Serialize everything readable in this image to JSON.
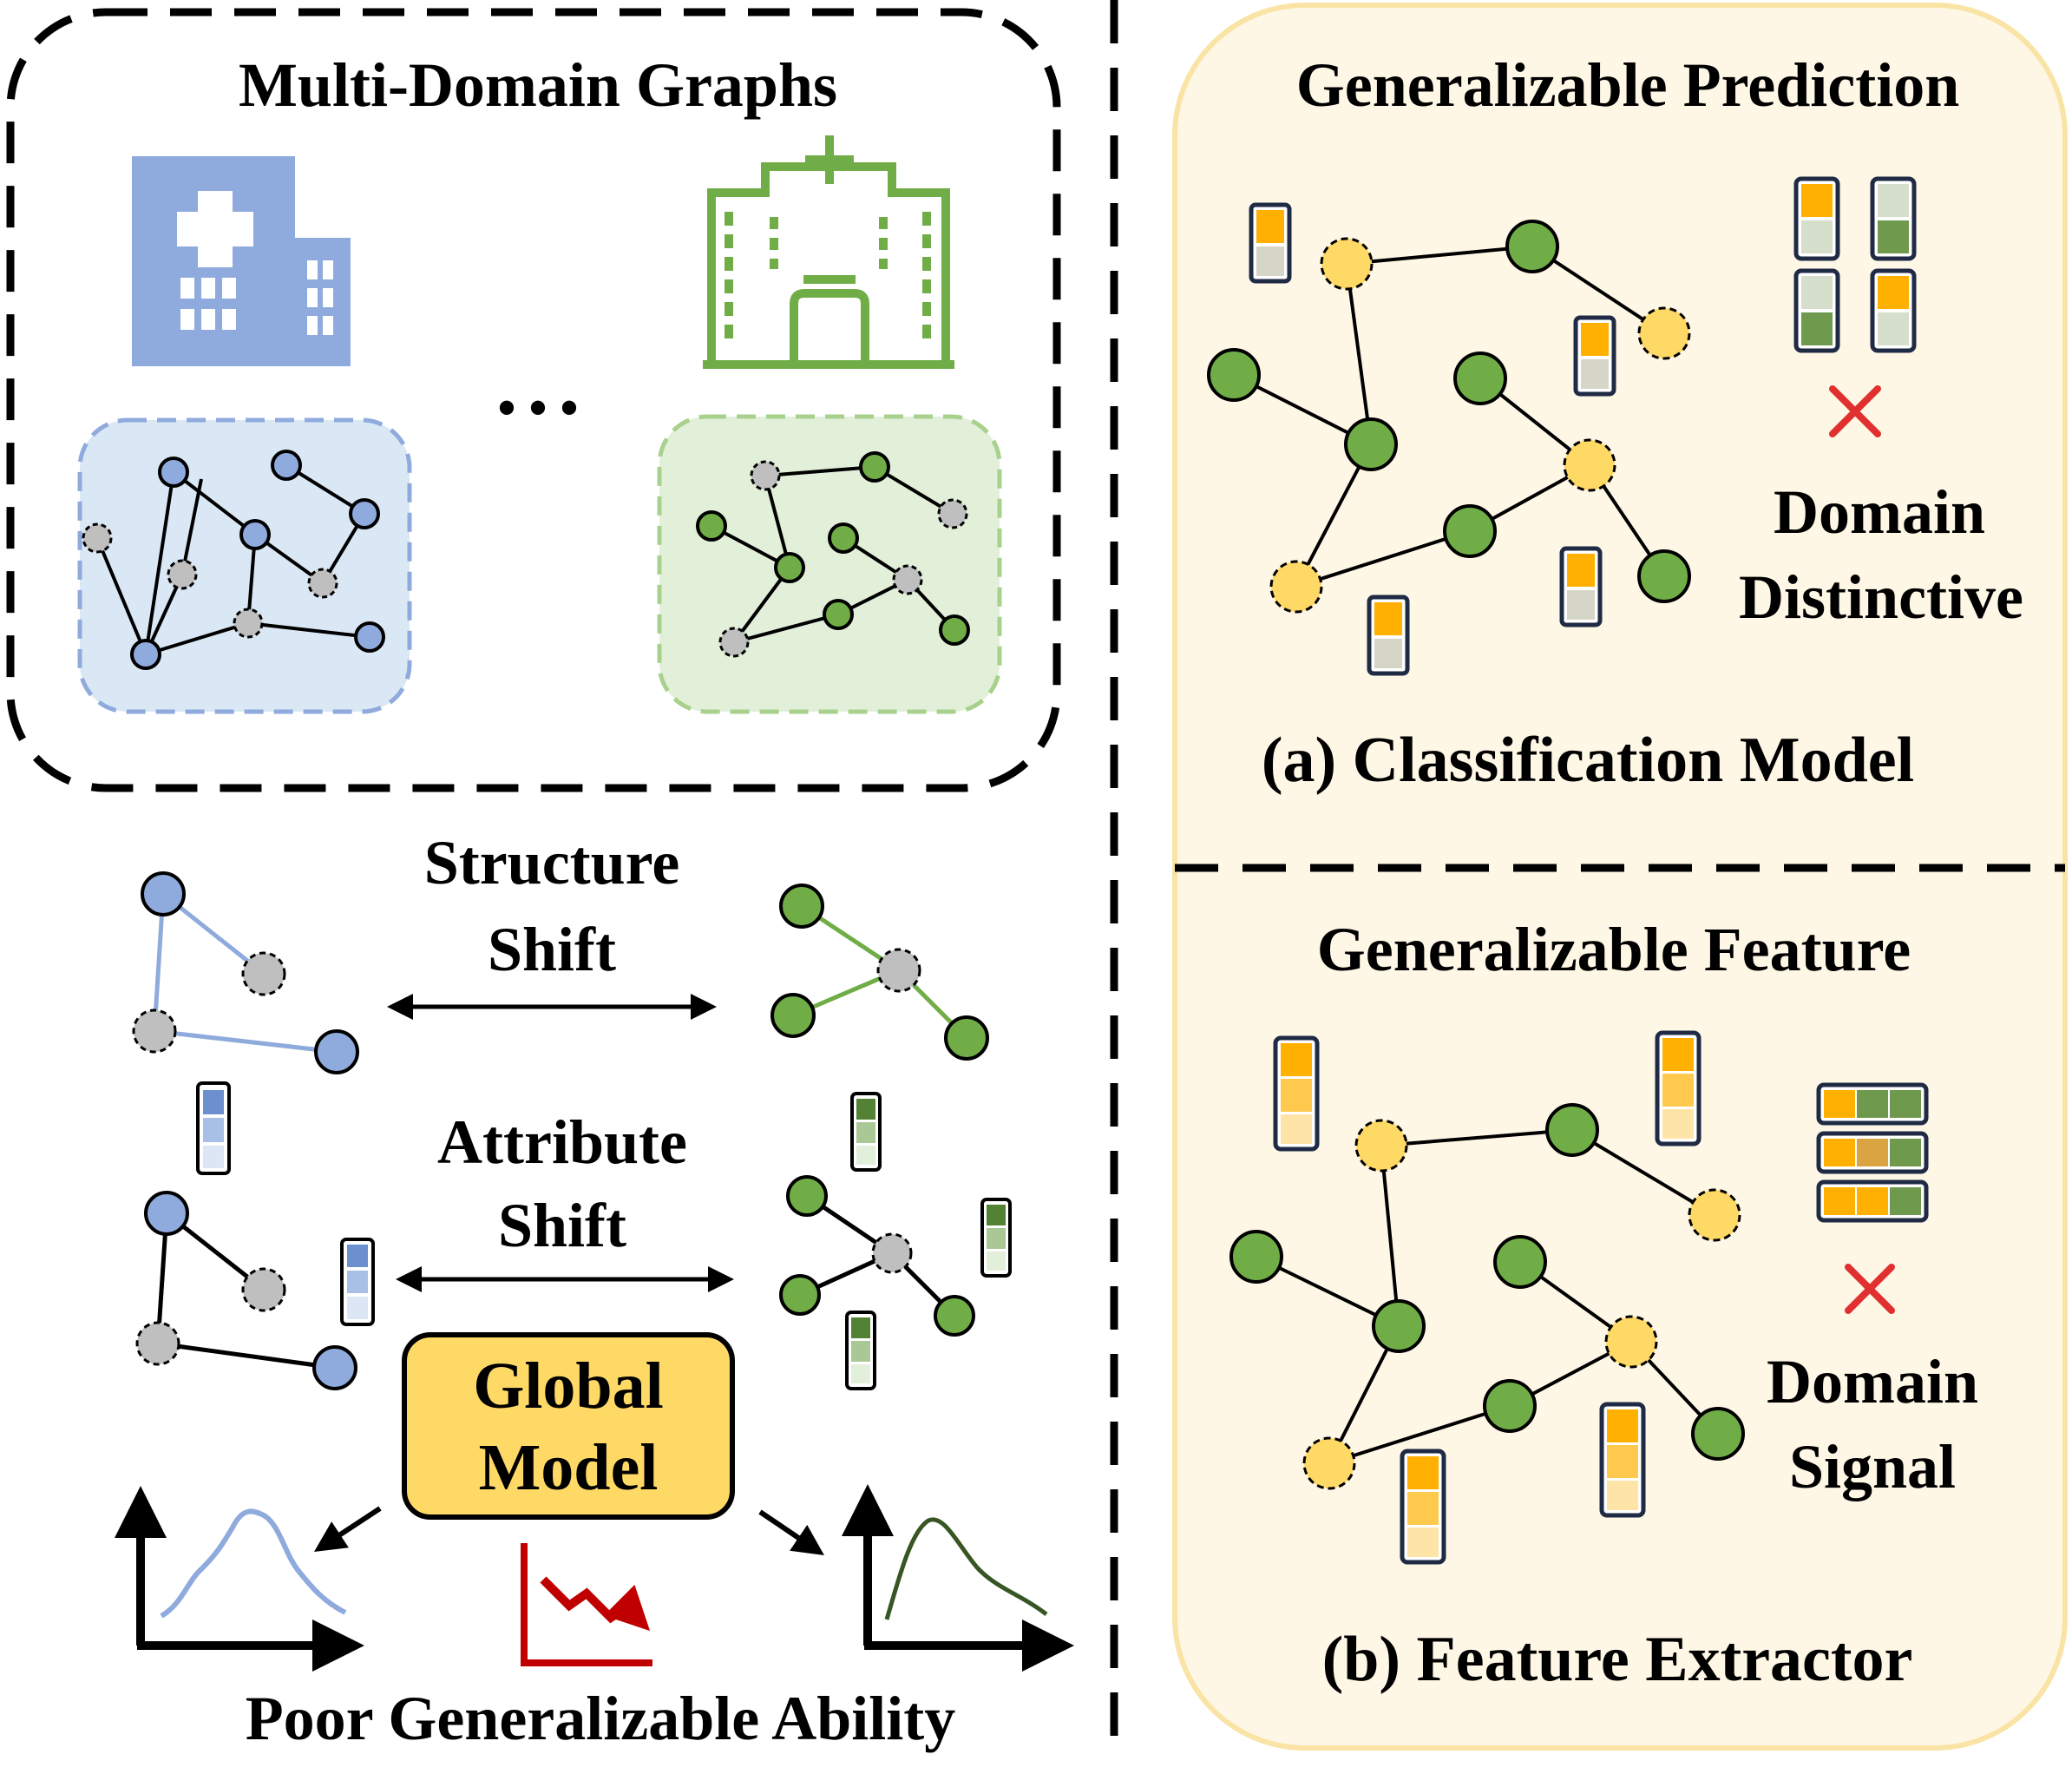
{
  "left_panel": {
    "title": "Multi-Domain  Graphs",
    "ellipsis": "• • •",
    "structure_shift": [
      "Structure",
      "Shift"
    ],
    "attribute_shift": [
      "Attribute",
      "Shift"
    ],
    "global_model": [
      "Global",
      "Model"
    ],
    "footer": "Poor Generalizable Ability",
    "icons": [
      "hospital-blue-icon",
      "hospital-green-outline-icon",
      "decline-chart-icon",
      "distribution-curve-icon"
    ]
  },
  "right_panel": {
    "top": {
      "title": "Generalizable Prediction",
      "label": [
        "Domain",
        "Distinctive"
      ],
      "caption": "(a) Classification Model"
    },
    "bottom": {
      "title": "Generalizable Feature",
      "label": [
        "Domain",
        "Signal"
      ],
      "caption": "(b) Feature Extractor"
    }
  },
  "colors": {
    "blue_node": "#8FAADC",
    "blue_panel": "#DAE8F5",
    "green_node": "#70AD47",
    "green_panel": "#E2F0D9",
    "gray_node": "#BFBFBF",
    "yellow_node": "#FFD966",
    "panel_fill": "#FFF7E6",
    "panel_border": "#F9E4A5",
    "orange": "#FFB000",
    "red": "#E03030",
    "dark_red": "#C00000"
  }
}
